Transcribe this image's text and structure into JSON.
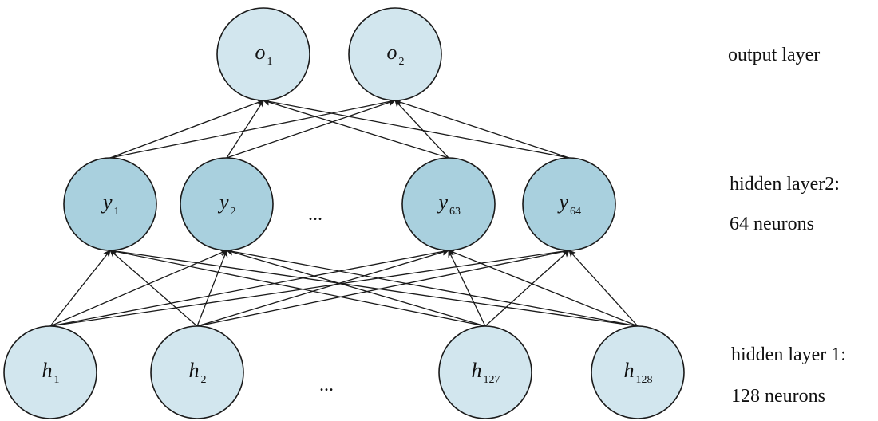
{
  "colors": {
    "light_node": "#d2e6ee",
    "mid_node": "#a9d0de",
    "stroke": "#1a1a1a"
  },
  "layers": {
    "output": {
      "label": "output layer",
      "nodes": [
        {
          "var": "o",
          "sub": "1"
        },
        {
          "var": "o",
          "sub": "2"
        }
      ]
    },
    "hidden2": {
      "label": "hidden layer2:",
      "count_label": "64 neurons",
      "ellipsis": "...",
      "nodes": [
        {
          "var": "y",
          "sub": "1"
        },
        {
          "var": "y",
          "sub": "2"
        },
        {
          "var": "y",
          "sub": "63"
        },
        {
          "var": "y",
          "sub": "64"
        }
      ]
    },
    "hidden1": {
      "label": "hidden layer 1:",
      "count_label": "128 neurons",
      "ellipsis": "...",
      "nodes": [
        {
          "var": "h",
          "sub": "1"
        },
        {
          "var": "h",
          "sub": "2"
        },
        {
          "var": "h",
          "sub": "127"
        },
        {
          "var": "h",
          "sub": "128"
        }
      ]
    }
  }
}
